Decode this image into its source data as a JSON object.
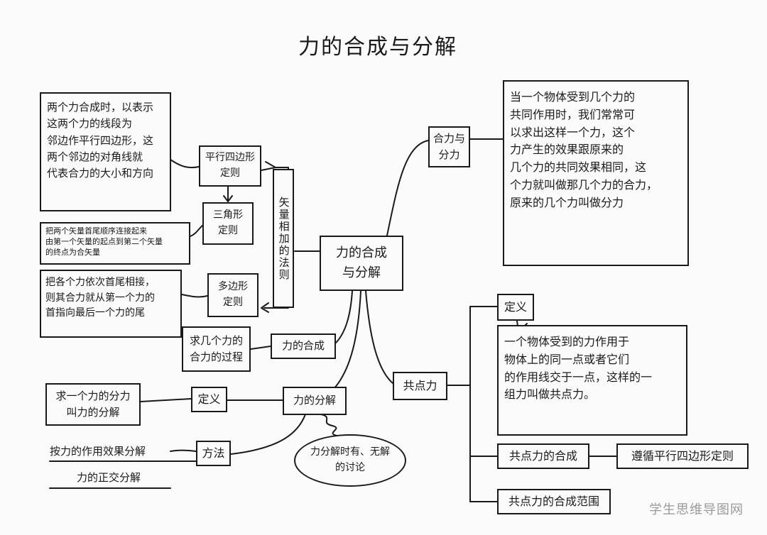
{
  "title": "力的合成与分解",
  "watermark": "学生思维导图网",
  "nodes": {
    "center": "力的合成\n与分解",
    "resultant_and_component": "合力与\n分力",
    "resultant_definition": "当一个物体受到几个力的\n共同作用时，我们常常可\n以求出这样一个力，这个\n力产生的效果跟原来的\n几个力的共同效果相同，这\n个力就叫做那几个力的合力，\n原来的几个力叫做分力",
    "parallelogram_rule": "平行四边形\n定则",
    "parallelogram_desc": "两个力合成时，以表示\n这两个力的线段为\n邻边作平行四边形，这\n两个邻边的对角线就\n代表合力的大小和方向",
    "triangle_rule": "三角形\n定则",
    "triangle_desc": "把两个矢量首尾顺序连接起来\n由第一个矢量的起点到第二个矢量\n的终点为合矢量",
    "polygon_rule": "多边形\n定则",
    "polygon_desc": "把各个力依次首尾相接，\n则其合力就从第一个力的\n首指向最后一个力的尾",
    "vector_addition_rule": "矢量相加的法则",
    "composition": "力的合成",
    "composition_desc": "求几个力的\n合力的过程",
    "decomposition": "力的分解",
    "decomp_definition": "定义",
    "decomp_definition_desc": "求一个力的分力\n叫力的分解",
    "method": "方法",
    "method_effect": "按力的作用效果分解",
    "method_orthogonal": "力的正交分解",
    "decomp_discussion": "力分解时有、无解\n的讨论",
    "concurrent": "共点力",
    "concurrent_definition": "定义",
    "concurrent_definition_desc": "一个物体受到的力作用于\n物体上的同一点或者它们\n的作用线交于一点，这样的一\n组力叫做共点力。",
    "concurrent_composition": "共点力的合成",
    "concurrent_comp_rule": "遵循平行四边形定则",
    "concurrent_range": "共点力的合成范围"
  }
}
